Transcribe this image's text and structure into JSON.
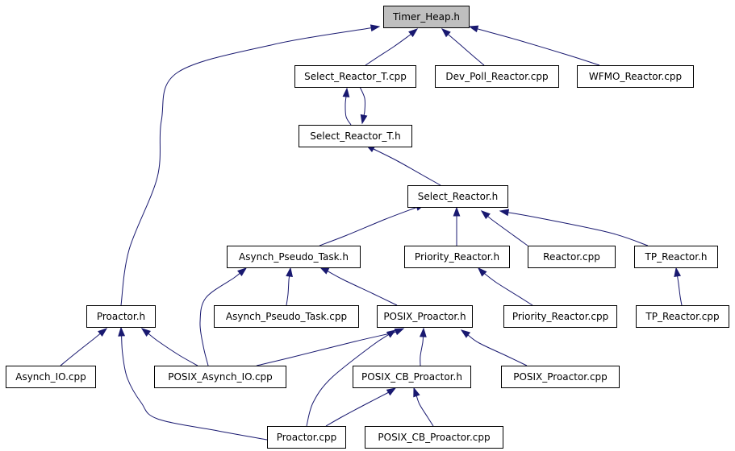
{
  "graph": {
    "nodes": [
      {
        "id": "timer_heap_h",
        "label": "Timer_Heap.h",
        "root": true
      },
      {
        "id": "select_reactor_t_cpp",
        "label": "Select_Reactor_T.cpp"
      },
      {
        "id": "dev_poll_reactor_cpp",
        "label": "Dev_Poll_Reactor.cpp"
      },
      {
        "id": "wfmo_reactor_cpp",
        "label": "WFMO_Reactor.cpp"
      },
      {
        "id": "select_reactor_t_h",
        "label": "Select_Reactor_T.h"
      },
      {
        "id": "select_reactor_h",
        "label": "Select_Reactor.h"
      },
      {
        "id": "asynch_pseudo_task_h",
        "label": "Asynch_Pseudo_Task.h"
      },
      {
        "id": "priority_reactor_h",
        "label": "Priority_Reactor.h"
      },
      {
        "id": "reactor_cpp",
        "label": "Reactor.cpp"
      },
      {
        "id": "tp_reactor_h",
        "label": "TP_Reactor.h"
      },
      {
        "id": "proactor_h",
        "label": "Proactor.h"
      },
      {
        "id": "asynch_pseudo_task_cpp",
        "label": "Asynch_Pseudo_Task.cpp"
      },
      {
        "id": "posix_proactor_h",
        "label": "POSIX_Proactor.h"
      },
      {
        "id": "priority_reactor_cpp",
        "label": "Priority_Reactor.cpp"
      },
      {
        "id": "tp_reactor_cpp",
        "label": "TP_Reactor.cpp"
      },
      {
        "id": "asynch_io_cpp",
        "label": "Asynch_IO.cpp"
      },
      {
        "id": "posix_asynch_io_cpp",
        "label": "POSIX_Asynch_IO.cpp"
      },
      {
        "id": "posix_cb_proactor_h",
        "label": "POSIX_CB_Proactor.h"
      },
      {
        "id": "posix_proactor_cpp",
        "label": "POSIX_Proactor.cpp"
      },
      {
        "id": "proactor_cpp",
        "label": "Proactor.cpp"
      },
      {
        "id": "posix_cb_proactor_cpp",
        "label": "POSIX_CB_Proactor.cpp"
      }
    ],
    "edges": [
      {
        "from": "select_reactor_t_cpp",
        "to": "timer_heap_h"
      },
      {
        "from": "dev_poll_reactor_cpp",
        "to": "timer_heap_h"
      },
      {
        "from": "wfmo_reactor_cpp",
        "to": "timer_heap_h"
      },
      {
        "from": "proactor_h",
        "to": "timer_heap_h"
      },
      {
        "from": "select_reactor_t_h",
        "to": "select_reactor_t_cpp"
      },
      {
        "from": "select_reactor_t_cpp",
        "to": "select_reactor_t_h"
      },
      {
        "from": "select_reactor_h",
        "to": "select_reactor_t_h"
      },
      {
        "from": "asynch_pseudo_task_h",
        "to": "select_reactor_h"
      },
      {
        "from": "priority_reactor_h",
        "to": "select_reactor_h"
      },
      {
        "from": "reactor_cpp",
        "to": "select_reactor_h"
      },
      {
        "from": "tp_reactor_h",
        "to": "select_reactor_h"
      },
      {
        "from": "asynch_pseudo_task_cpp",
        "to": "asynch_pseudo_task_h"
      },
      {
        "from": "posix_proactor_h",
        "to": "asynch_pseudo_task_h"
      },
      {
        "from": "posix_asynch_io_cpp",
        "to": "asynch_pseudo_task_h"
      },
      {
        "from": "priority_reactor_cpp",
        "to": "priority_reactor_h"
      },
      {
        "from": "tp_reactor_cpp",
        "to": "tp_reactor_h"
      },
      {
        "from": "asynch_io_cpp",
        "to": "proactor_h"
      },
      {
        "from": "posix_asynch_io_cpp",
        "to": "proactor_h"
      },
      {
        "from": "proactor_cpp",
        "to": "proactor_h"
      },
      {
        "from": "posix_asynch_io_cpp",
        "to": "posix_proactor_h"
      },
      {
        "from": "posix_cb_proactor_h",
        "to": "posix_proactor_h"
      },
      {
        "from": "posix_proactor_cpp",
        "to": "posix_proactor_h"
      },
      {
        "from": "proactor_cpp",
        "to": "posix_proactor_h"
      },
      {
        "from": "proactor_cpp",
        "to": "posix_cb_proactor_h"
      },
      {
        "from": "posix_cb_proactor_cpp",
        "to": "posix_cb_proactor_h"
      }
    ]
  },
  "colors": {
    "edge": "#191970",
    "node_border": "#000000",
    "root_fill": "#bfbfbf",
    "node_fill": "#ffffff"
  }
}
